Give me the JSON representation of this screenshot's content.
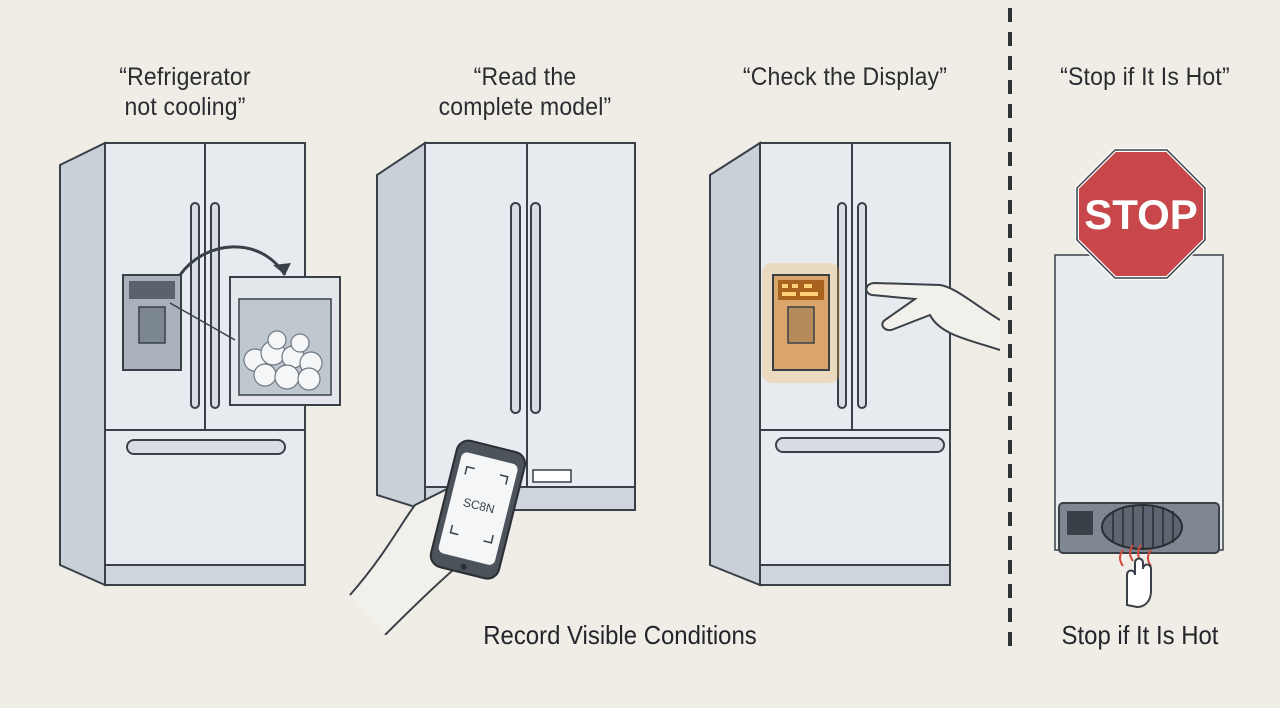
{
  "captions": {
    "step1": "“Refrigerator\nnot cooling”",
    "step2": "“Read the\ncomplete model”",
    "step3": "“Check the Display”",
    "step4": "“Stop if It Is Hot”"
  },
  "footer": {
    "left": "Record Visible Conditions",
    "right": "Stop if It Is Hot"
  },
  "phone_screen_text": "SC8N",
  "stop_sign_text": "STOP",
  "colors": {
    "background": "#efede6",
    "fridge_body": "#e7eaee",
    "fridge_shade": "#c9d0d8",
    "outline": "#3a4048",
    "stop_red": "#c8474a",
    "display_glow": "#f2b04a"
  }
}
